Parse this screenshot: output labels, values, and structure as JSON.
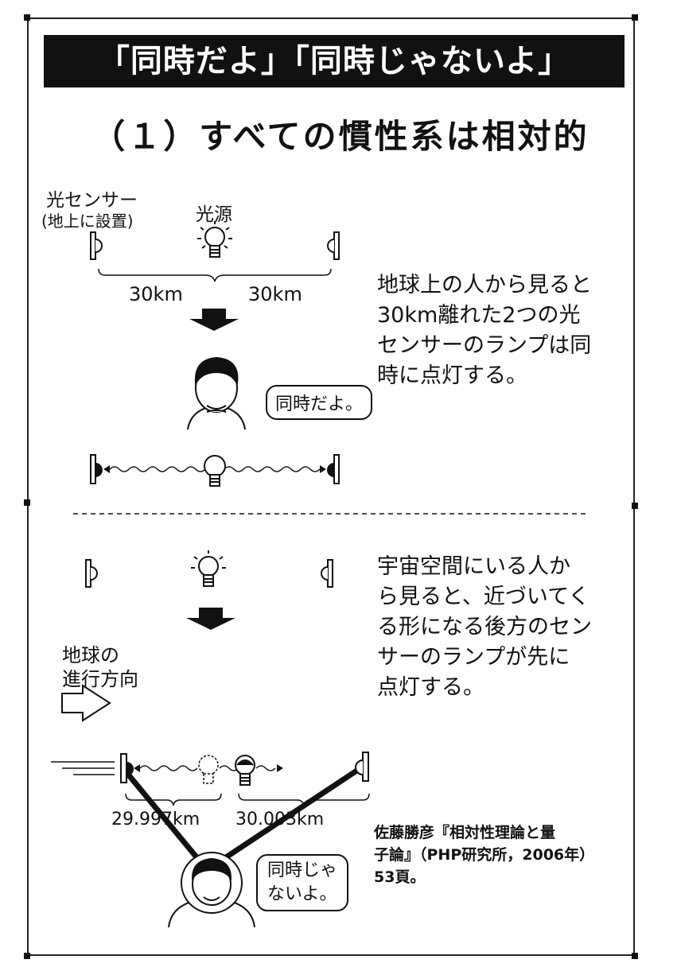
{
  "banner": {
    "title": "「同時だよ」「同時じゃないよ」"
  },
  "section": {
    "heading": "（１）すべての慣性系は相対的"
  },
  "top_scene": {
    "sensor_label_line1": "光センサー",
    "sensor_label_line2": "(地上に設置)",
    "light_label": "光源",
    "distance_left": "30km",
    "distance_right": "30km",
    "description_lines": [
      "地球上の人から見ると",
      "30km離れた2つの光",
      "センサーのランプは同",
      "時に点灯する。"
    ],
    "speech": "同時だよ。"
  },
  "bottom_scene": {
    "description_lines": [
      "宇宙空間にいる人か",
      "ら見ると、近づいてく",
      "る形になる後方のセン",
      "サーのランプが先に",
      "点灯する。"
    ],
    "direction_line1": "地球の",
    "direction_line2": "進行方向",
    "distance_left": "29.997km",
    "distance_right": "30.003km",
    "speech_line1": "同時じゃ",
    "speech_line2": "ないよ。"
  },
  "citation": {
    "line1": "佐藤勝彦『相対性理論と量",
    "line2": "子論』（PHP研究所，2006年）",
    "line3": "53頁。"
  },
  "icons": [
    "light-bulb-icon",
    "light-sensor-icon",
    "down-arrow-icon",
    "right-arrow-icon",
    "person-icon",
    "astronaut-icon"
  ]
}
